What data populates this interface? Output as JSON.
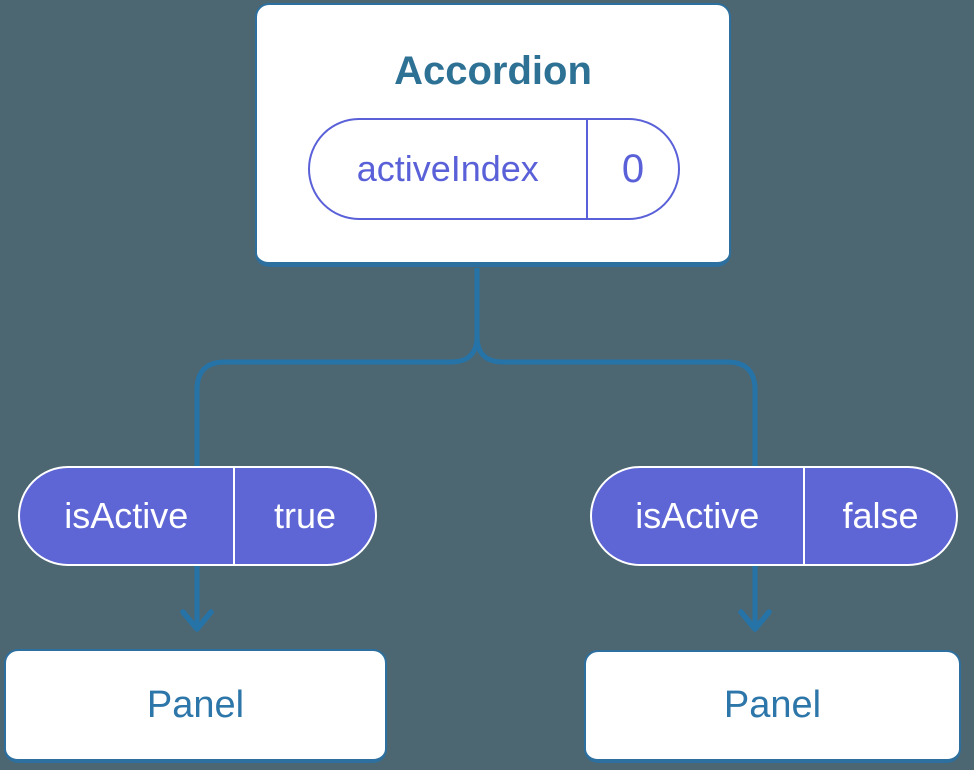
{
  "diagram": {
    "background_color": "#4c6772",
    "edge_color": "#2673a8",
    "box_border_color": "#2d6f9e",
    "pill_fill_color": "#5e66d6",
    "prop_pill_color": "#5a61d8",
    "accordion": {
      "title": "Accordion",
      "title_color": "#2d7195",
      "prop_pill": {
        "name": "activeIndex",
        "value": "0"
      }
    },
    "children": [
      {
        "state_pill": {
          "name": "isActive",
          "value": "true"
        },
        "panel_label": "Panel"
      },
      {
        "state_pill": {
          "name": "isActive",
          "value": "false"
        },
        "panel_label": "Panel"
      }
    ],
    "panel_text_color": "#2d76a9"
  }
}
